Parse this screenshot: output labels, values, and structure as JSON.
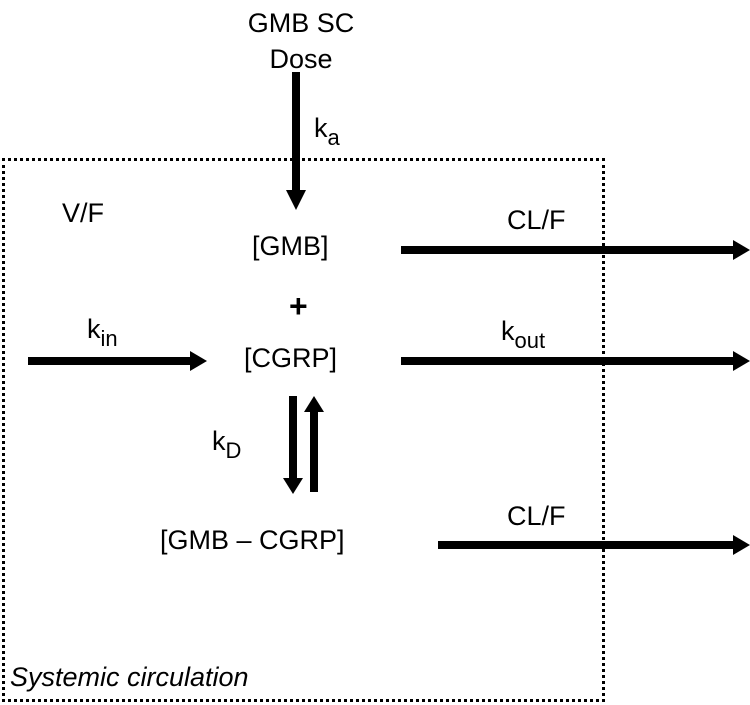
{
  "dose": {
    "line1": "GMB SC",
    "line2": "Dose"
  },
  "rates": {
    "ka_main": "k",
    "ka_sub": "a",
    "kin_main": "k",
    "kin_sub": "in",
    "kout_main": "k",
    "kout_sub": "out",
    "kd_main": "k",
    "kd_sub": "D"
  },
  "species": {
    "gmb": "[GMB]",
    "plus": "+",
    "cgrp": "[CGRP]",
    "complex": "[GMB – CGRP]"
  },
  "clearance": {
    "gmb": "CL/F",
    "complex": "CL/F"
  },
  "volume_label": "V/F",
  "compartment_label": "Systemic circulation"
}
